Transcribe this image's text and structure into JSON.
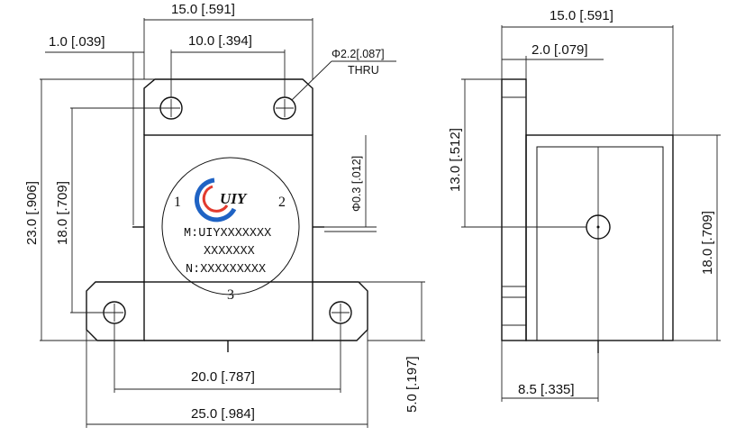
{
  "left_view": {
    "dims": {
      "width_top": "15.0 [.591]",
      "hole_spacing_top": "10.0 [.394]",
      "offset_left": "1.0 [.039]",
      "hole_dia": "Φ2.2[.087]",
      "thru": "THRU",
      "pin_dia": "Φ0.3 [.012]",
      "height_total": "23.0 [.906]",
      "height_holes": "18.0 [.709]",
      "hole_spacing_bottom": "20.0 [.787]",
      "width_bottom": "25.0 [.984]",
      "flange_height": "5.0 [.197]"
    },
    "label": {
      "port1": "1",
      "port2": "2",
      "port3": "3",
      "model_line": "M:UIYXXXXXXX",
      "model_line2": "XXXXXXX",
      "serial_line": "N:XXXXXXXXX",
      "logo_text": "UIY"
    }
  },
  "right_view": {
    "dims": {
      "width_top": "15.0 [.591]",
      "flange_thickness": "2.0 [.079]",
      "height_13": "13.0 [.512]",
      "height_18": "18.0 [.709]",
      "pin_offset": "8.5 [.335]"
    }
  },
  "colors": {
    "logo_blue": "#1f63c4",
    "logo_red": "#e23b2f",
    "line": "#111111"
  }
}
